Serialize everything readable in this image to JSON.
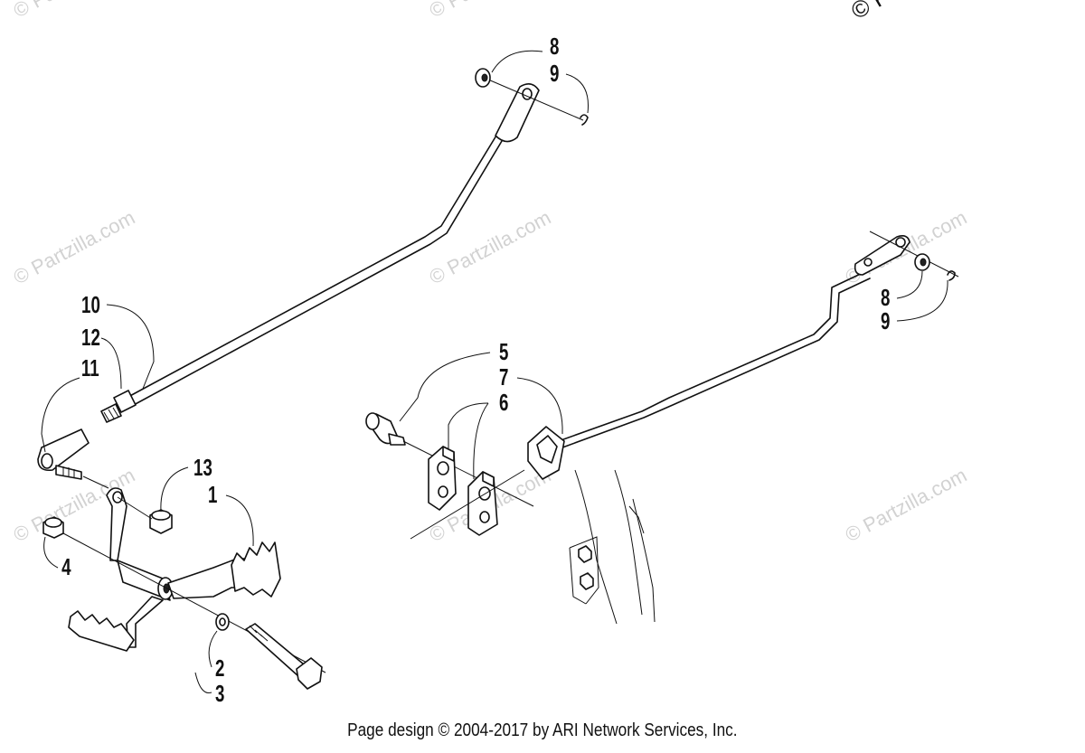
{
  "diagram": {
    "callouts": {
      "c8_top": "8",
      "c9_top": "9",
      "c10": "10",
      "c12": "12",
      "c11": "11",
      "c13": "13",
      "c1": "1",
      "c4": "4",
      "c2": "2",
      "c3": "3",
      "c5": "5",
      "c7": "7",
      "c6": "6",
      "c8_right": "8",
      "c9_right": "9"
    },
    "watermark": "© Partzilla.com",
    "corner_watermark": "© Pa"
  },
  "footer": {
    "text": "Page design © 2004-2017 by ARI Network Services, Inc."
  }
}
